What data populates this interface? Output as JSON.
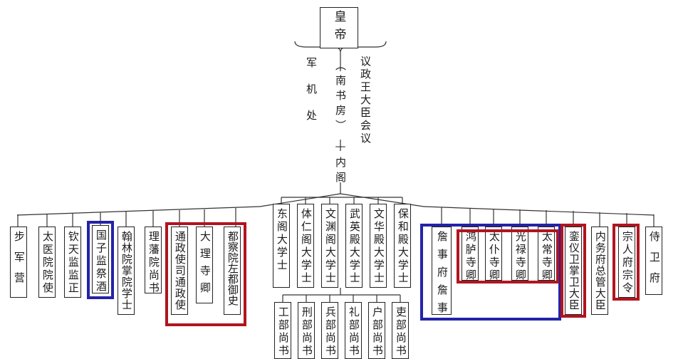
{
  "emperor": "皇帝",
  "upper": {
    "junjichu": "军机处",
    "nanshufang": "（南书房）",
    "yizheng": "议政王大臣会议",
    "neige": "—内阁"
  },
  "left_offices": [
    {
      "name": "bujunying",
      "label": "步军营"
    },
    {
      "name": "taiyiyuan",
      "label": "太医院院使"
    },
    {
      "name": "qintianjian",
      "label": "钦天监监正"
    },
    {
      "name": "guozijian",
      "label": "国子监祭酒"
    },
    {
      "name": "hanlinyuan",
      "label": "翰林院掌院学士"
    },
    {
      "name": "lifanyuan",
      "label": "理藩院尚书"
    },
    {
      "name": "tongzhengsi",
      "label": "通政使司通政使"
    },
    {
      "name": "dalisi",
      "label": "大理寺卿"
    },
    {
      "name": "duchayuan",
      "label": "都察院左都御史"
    }
  ],
  "grand_secretaries": [
    {
      "name": "dongge",
      "label": "东阁大学士"
    },
    {
      "name": "tirenge",
      "label": "体仁阁大学士"
    },
    {
      "name": "wenyuange",
      "label": "文渊阁大学士"
    },
    {
      "name": "wuyingdian",
      "label": "武英殿大学士"
    },
    {
      "name": "wenhuadian",
      "label": "文华殿大学士"
    },
    {
      "name": "baohedian",
      "label": "保和殿大学士"
    }
  ],
  "ministries": [
    {
      "name": "gongbu",
      "label": "工部尚书"
    },
    {
      "name": "xingbu",
      "label": "刑部尚书"
    },
    {
      "name": "bingbu",
      "label": "兵部尚书"
    },
    {
      "name": "libu-rites",
      "label": "礼部尚书"
    },
    {
      "name": "hubu",
      "label": "户部尚书"
    },
    {
      "name": "libu-personnel",
      "label": "吏部尚书"
    }
  ],
  "right_offices": [
    {
      "name": "zhanshifu",
      "label": "詹事府詹事"
    },
    {
      "name": "honglusi",
      "label": "鸿胪寺卿"
    },
    {
      "name": "taipusi",
      "label": "太仆寺卿"
    },
    {
      "name": "guanglusi",
      "label": "光禄寺卿"
    },
    {
      "name": "taichangsi",
      "label": "太常寺卿"
    },
    {
      "name": "luanyiwei",
      "label": "銮仪卫掌卫大臣"
    },
    {
      "name": "neiwufu",
      "label": "内务府总管大臣"
    },
    {
      "name": "zongrenfu",
      "label": "宗人府宗令"
    },
    {
      "name": "shiweifu",
      "label": "侍卫府"
    }
  ],
  "highlight_colors": {
    "red": "#b0151f",
    "blue": "#2323a8"
  }
}
